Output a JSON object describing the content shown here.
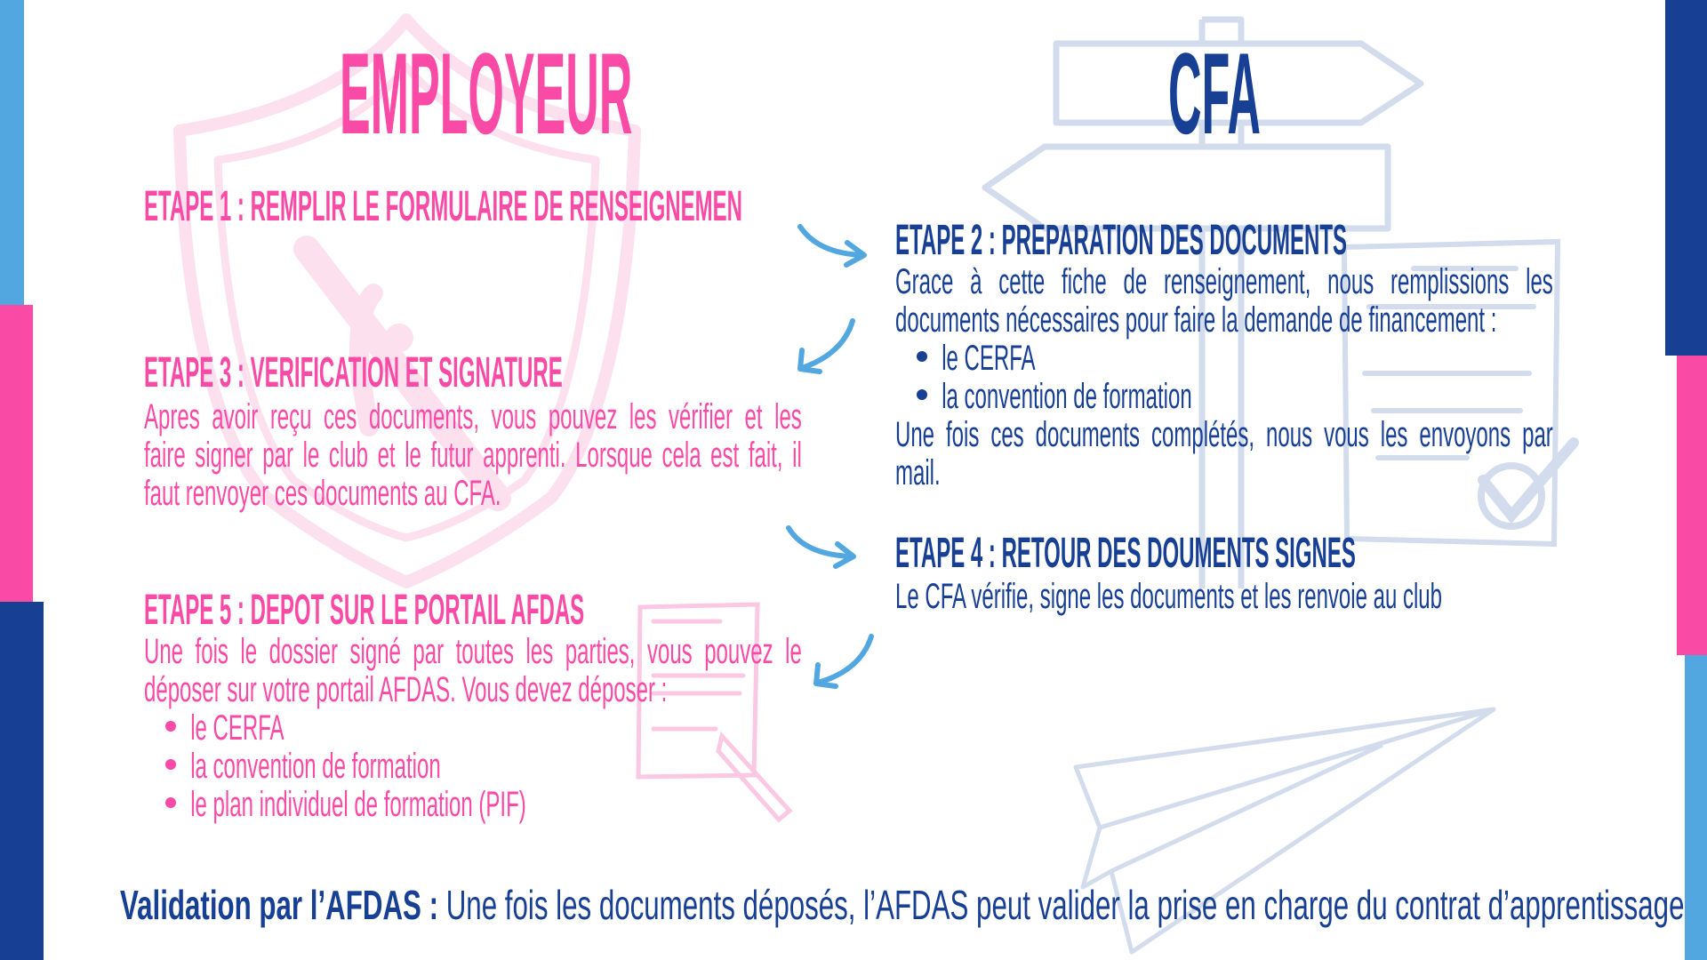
{
  "colors": {
    "pink": "#f94aa6",
    "navy": "#173f94",
    "light_blue": "#52a7e0"
  },
  "employeur": {
    "title": "EMPLOYEUR",
    "etape1": {
      "heading": "ETAPE 1 : REMPLIR LE FORMULAIRE DE RENSEIGNEMEN"
    },
    "etape3": {
      "heading": "ETAPE 3 : VERIFICATION ET SIGNATURE",
      "lines": [
        "Apres avoir reçu ces documents, vous pouvez les vérifier et les",
        "faire signer par le club et le futur apprenti. Lorsque cela est fait, il",
        "faut renvoyer ces documents au CFA."
      ]
    },
    "etape5": {
      "heading": "ETAPE 5 : DEPOT SUR LE PORTAIL AFDAS",
      "lines": [
        "Une fois le dossier signé par toutes les parties, vous pouvez le",
        "déposer sur votre portail AFDAS. Vous devez déposer :"
      ],
      "bullets": [
        "le CERFA",
        "la convention de formation",
        "le plan individuel de formation (PIF)"
      ]
    }
  },
  "cfa": {
    "title": "CFA",
    "etape2": {
      "heading": "ETAPE 2 : PREPARATION DES DOCUMENTS",
      "lines": [
        "Grace à cette fiche de renseignement, nous remplissions les",
        "documents nécessaires pour faire la demande de financement :"
      ],
      "bullets": [
        "le CERFA",
        "la convention de formation"
      ],
      "after_lines": [
        "Une fois ces documents complétés, nous vous les envoyons par",
        "mail."
      ]
    },
    "etape4": {
      "heading": "ETAPE 4 : RETOUR DES DOUMENTS SIGNES",
      "lines": [
        "Le CFA vérifie, signe les documents et les renvoie au club"
      ]
    }
  },
  "footer": {
    "label": "Validation par l’AFDAS :",
    "text": " Une fois les documents déposés, l’AFDAS peut valider la prise en charge du contrat d’apprentissage"
  }
}
